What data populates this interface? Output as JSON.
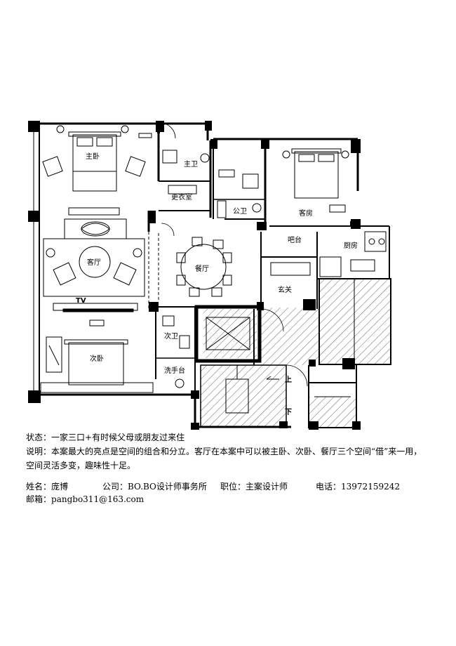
{
  "plan": {
    "rooms": {
      "master_bedroom": "主卧",
      "master_bath": "主卫",
      "walk_in_closet": "更衣室",
      "public_bath": "公卫",
      "guest_room": "客房",
      "living_room": "客厅",
      "dining_room": "餐厅",
      "bar_counter": "吧台",
      "kitchen": "厨房",
      "foyer": "玄关",
      "tv": "TV",
      "second_bath": "次卫",
      "second_bedroom": "次卧",
      "wash_basin": "洗手台",
      "stair_up": "上",
      "stair_down": "下"
    }
  },
  "description": {
    "status_label": "状态：",
    "status_text": "一家三口+有时候父母或朋友过来住",
    "note_label": "说明：",
    "note_line1": "本案最大的亮点是空间的组合和分立。客厅在本案中可以被主卧、次卧、餐厅三个空间“借”来一用，",
    "note_line2": "空间灵活多变，趣味性十足。"
  },
  "contact": {
    "name_label": "姓名：",
    "name": "庞博",
    "company_label": "公司：",
    "company": "BO.BO设计师事务所",
    "position_label": "职位：",
    "position": "主案设计师",
    "phone_label": "电话：",
    "phone": "13972159242",
    "email_label": "邮箱：",
    "email": "pangbo311@163.com"
  }
}
